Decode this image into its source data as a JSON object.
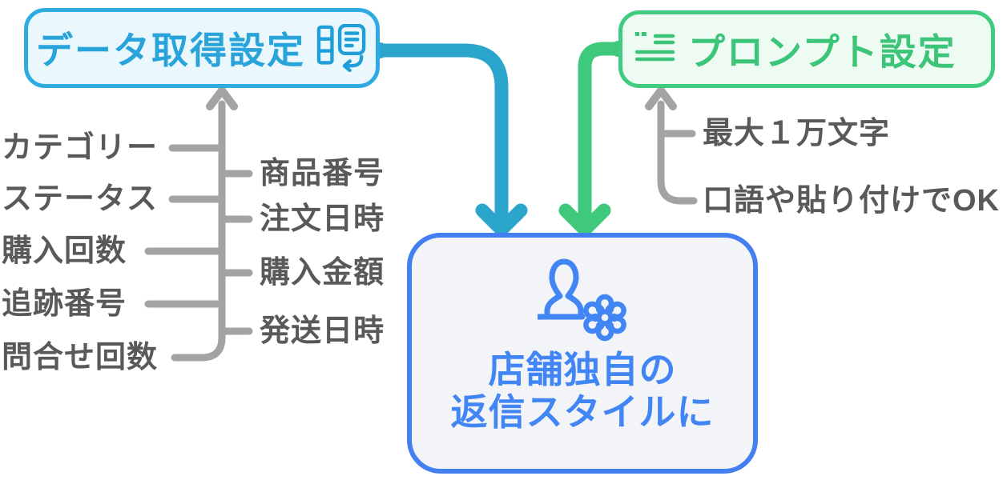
{
  "boxes": {
    "data_source": {
      "title": "データ取得設定",
      "icon": "database-sync-icon"
    },
    "prompt": {
      "title": "プロンプト設定",
      "icon": "quote-text-icon"
    },
    "result": {
      "line1": "店舗独自の",
      "line2": "返信スタイルに",
      "icon": "user-gear-icon"
    }
  },
  "data_fields": {
    "left": [
      "カテゴリー",
      "ステータス",
      "購入回数",
      "追跡番号",
      "問合せ回数"
    ],
    "right": [
      "商品番号",
      "注文日時",
      "購入金額",
      "発送日時"
    ]
  },
  "prompt_notes": [
    "最大１万文字",
    "口語や貼り付けでOK"
  ],
  "colors": {
    "blue_border": "#2FABE1",
    "blue_text": "#29A4DA",
    "blue_fill": "#EAF7FD",
    "teal_arrow": "#2BA5CB",
    "green_border": "#41CB81",
    "green_text": "#3CC478",
    "green_fill": "#EDFBF3",
    "green_arrow": "#3EC97D",
    "center_border": "#447FF2",
    "center_text": "#4285F4",
    "center_fill": "#F2F4F8",
    "gray_line": "#A3A3A6",
    "gray_text": "#58595B"
  }
}
